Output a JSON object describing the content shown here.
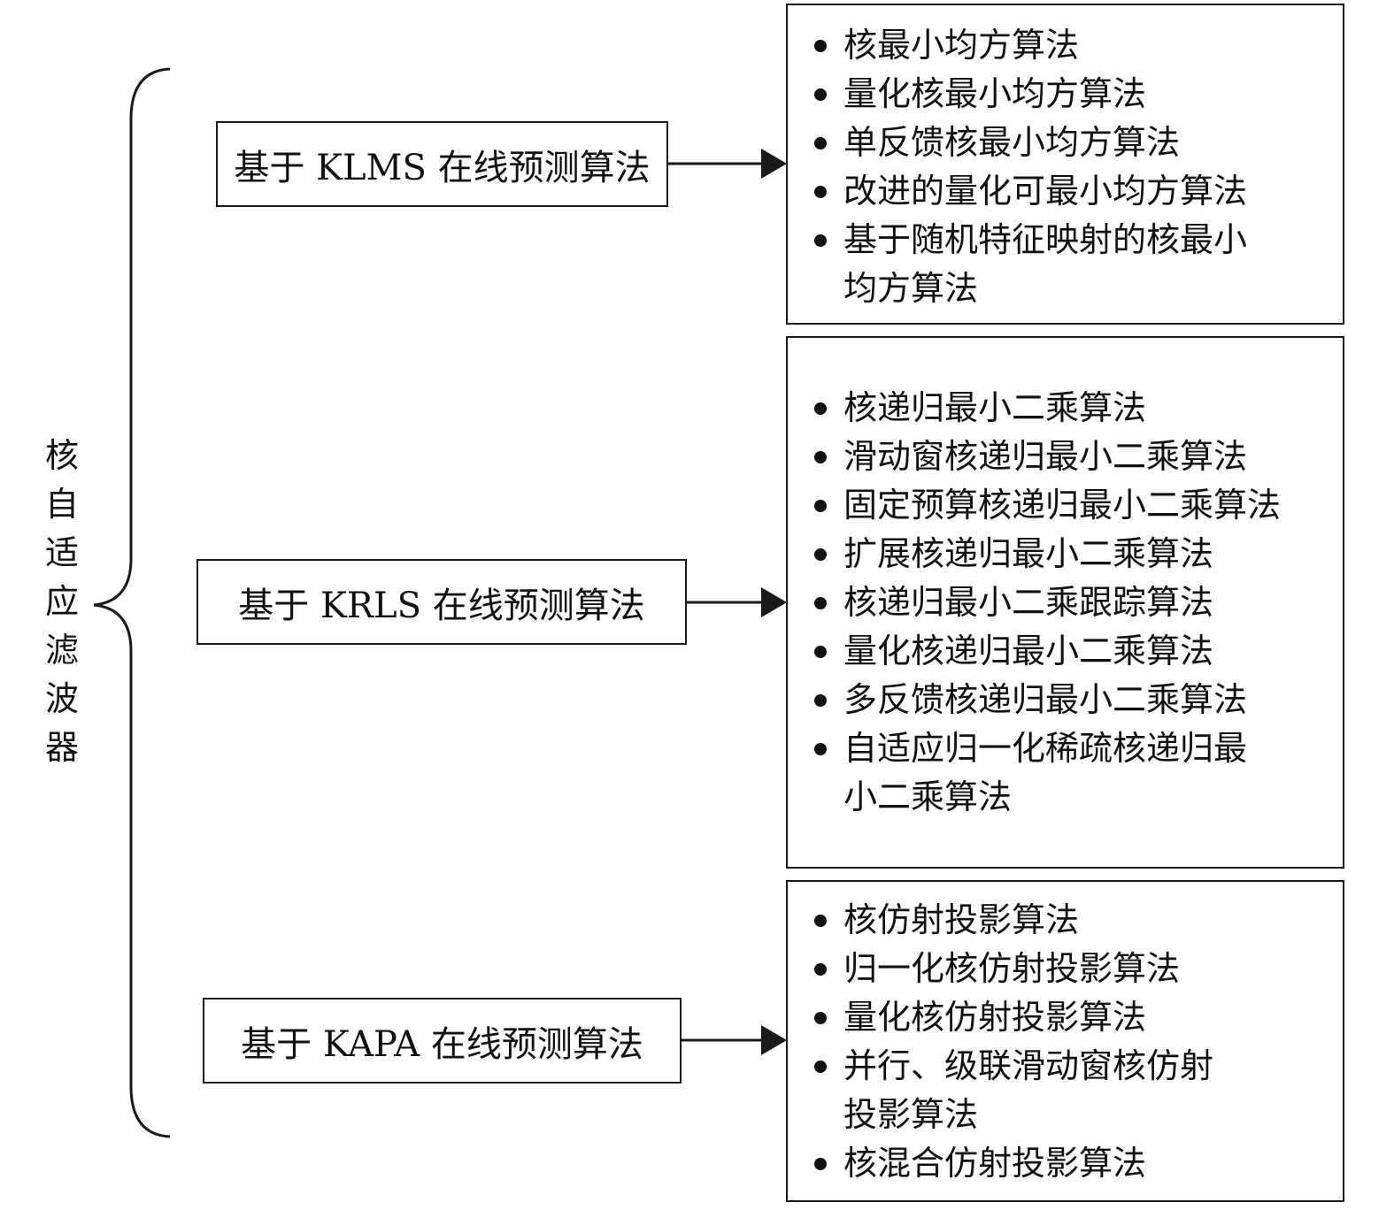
{
  "root": {
    "chars": [
      "核",
      "自",
      "适",
      "应",
      "滤",
      "波",
      "器"
    ]
  },
  "categories": [
    {
      "label": "基于 KLMS 在线预测算法",
      "items": [
        [
          "核最小均方算法"
        ],
        [
          "量化核最小均方算法"
        ],
        [
          "单反馈核最小均方算法"
        ],
        [
          "改进的量化可最小均方算法"
        ],
        [
          "基于随机特征映射的核最小",
          "均方算法"
        ]
      ]
    },
    {
      "label": "基于 KRLS 在线预测算法",
      "items": [
        [
          "核递归最小二乘算法"
        ],
        [
          "滑动窗核递归最小二乘算法"
        ],
        [
          "固定预算核递归最小二乘算法"
        ],
        [
          "扩展核递归最小二乘算法"
        ],
        [
          "核递归最小二乘跟踪算法"
        ],
        [
          "量化核递归最小二乘算法"
        ],
        [
          "多反馈核递归最小二乘算法"
        ],
        [
          "自适应归一化稀疏核递归最",
          "小二乘算法"
        ]
      ]
    },
    {
      "label": "基于 KAPA 在线预测算法",
      "items": [
        [
          "核仿射投影算法"
        ],
        [
          "归一化核仿射投影算法"
        ],
        [
          "量化核仿射投影算法"
        ],
        [
          "并行、级联滑动窗核仿射",
          "投影算法"
        ],
        [
          "核混合仿射投影算法"
        ]
      ]
    }
  ]
}
